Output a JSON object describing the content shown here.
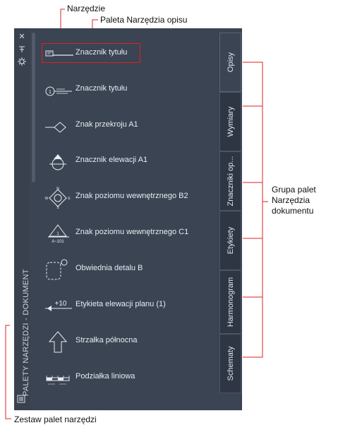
{
  "callouts": {
    "tool": "Narzędzie",
    "palette": "Paleta Narzędzia opisu",
    "group_line1": "Grupa palet",
    "group_line2": "Narzędzia",
    "group_line3": "dokumentu",
    "set": "Zestaw palet narzędzi"
  },
  "palette": {
    "title": "PALETY NARZĘDZI - DOKUMENT",
    "tools": [
      {
        "label": "Znacznik tytułu",
        "icon": "title-mark-icon"
      },
      {
        "label": "Znacznik tytułu",
        "icon": "title-mark-circle-icon"
      },
      {
        "label": "Znak przekroju A1",
        "icon": "section-mark-icon"
      },
      {
        "label": "Znacznik elewacji A1",
        "icon": "elevation-mark-icon"
      },
      {
        "label": "Znak poziomu wewnętrznego B2",
        "icon": "interior-level-b2-icon"
      },
      {
        "label": "Znak poziomu wewnętrznego C1",
        "icon": "interior-level-c1-icon"
      },
      {
        "label": "Obwiednia detalu B",
        "icon": "detail-boundary-icon"
      },
      {
        "label": "Etykieta elewacji planu (1)",
        "icon": "plan-elevation-label-icon"
      },
      {
        "label": "Strzałka północna",
        "icon": "north-arrow-icon"
      },
      {
        "label": "Podziałka liniowa",
        "icon": "linear-scale-icon"
      }
    ],
    "tabs": [
      "Opisy",
      "Wymiary",
      "Znaczniki op...",
      "Etykiety",
      "Harmonogram",
      "Schematy"
    ],
    "icon_text": {
      "circle_num": "1",
      "a101": "A~101",
      "plus_ten": "+10",
      "n": "N",
      "s": "S",
      "e": "E",
      "w": "W"
    }
  }
}
